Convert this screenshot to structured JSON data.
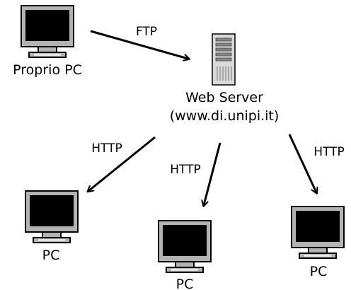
{
  "diagram": {
    "source_node": {
      "label": "Proprio PC"
    },
    "server_node": {
      "label_line1": "Web Server",
      "label_line2": "(www.di.unipi.it)"
    },
    "upload_edge": {
      "label": "FTP"
    },
    "client_nodes": [
      {
        "label": "PC"
      },
      {
        "label": "PC"
      },
      {
        "label": "PC"
      }
    ],
    "download_edges": [
      {
        "label": "HTTP"
      },
      {
        "label": "HTTP"
      },
      {
        "label": "HTTP"
      }
    ],
    "colors": {
      "monitor_frame": "#b3b3b3",
      "monitor_screen": "#000000",
      "server_case": "#d9d9d9",
      "arrow": "#000000"
    }
  }
}
